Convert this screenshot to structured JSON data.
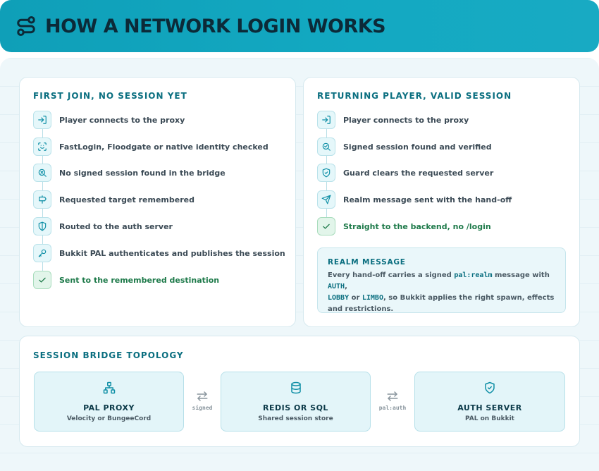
{
  "header": {
    "title": "HOW A NETWORK LOGIN WORKS",
    "icon": "route-icon"
  },
  "first_join": {
    "title": "FIRST JOIN, NO SESSION YET",
    "steps": [
      {
        "icon": "login-icon",
        "label": "Player connects to the proxy"
      },
      {
        "icon": "face-scan-icon",
        "label": "FastLogin, Floodgate or native identity checked"
      },
      {
        "icon": "search-x-icon",
        "label": "No signed session found in the bridge"
      },
      {
        "icon": "signpost-icon",
        "label": "Requested target remembered"
      },
      {
        "icon": "shield-icon",
        "label": "Routed to the auth server"
      },
      {
        "icon": "key-icon",
        "label": "Bukkit PAL authenticates and publishes the session"
      },
      {
        "icon": "check-icon",
        "label": "Sent to the remembered destination"
      }
    ]
  },
  "returning": {
    "title": "RETURNING PLAYER, VALID SESSION",
    "steps": [
      {
        "icon": "login-icon",
        "label": "Player connects to the proxy"
      },
      {
        "icon": "search-check-icon",
        "label": "Signed session found and verified"
      },
      {
        "icon": "shield-check-icon",
        "label": "Guard clears the requested server"
      },
      {
        "icon": "send-icon",
        "label": "Realm message sent with the hand-off"
      },
      {
        "icon": "check-icon",
        "label": "Straight to the backend, no /login"
      }
    ],
    "realm": {
      "title": "REALM MESSAGE",
      "text_1": "Every hand-off carries a signed ",
      "code_1": "pal:realm",
      "text_2": " message with ",
      "code_2": "AUTH",
      "text_3": ",",
      "code_3": "LOBBY",
      "text_4": " or ",
      "code_4": "LIMBO",
      "text_5": ", so Bukkit applies the right spawn, effects and restrictions."
    }
  },
  "topology": {
    "title": "SESSION BRIDGE TOPOLOGY",
    "nodes": [
      {
        "icon": "network-icon",
        "title": "PAL PROXY",
        "subtitle": "Velocity or BungeeCord"
      },
      {
        "icon": "database-icon",
        "title": "REDIS OR SQL",
        "subtitle": "Shared session store"
      },
      {
        "icon": "shield-check-icon",
        "title": "AUTH SERVER",
        "subtitle": "PAL on Bukkit"
      }
    ],
    "links": [
      {
        "icon": "swap-icon",
        "label": "signed"
      },
      {
        "icon": "swap-icon",
        "label": "pal:auth"
      }
    ]
  },
  "colors": {
    "accent": "#13a9c2",
    "title": "#0b6f80",
    "success": "#1e7a4a"
  }
}
